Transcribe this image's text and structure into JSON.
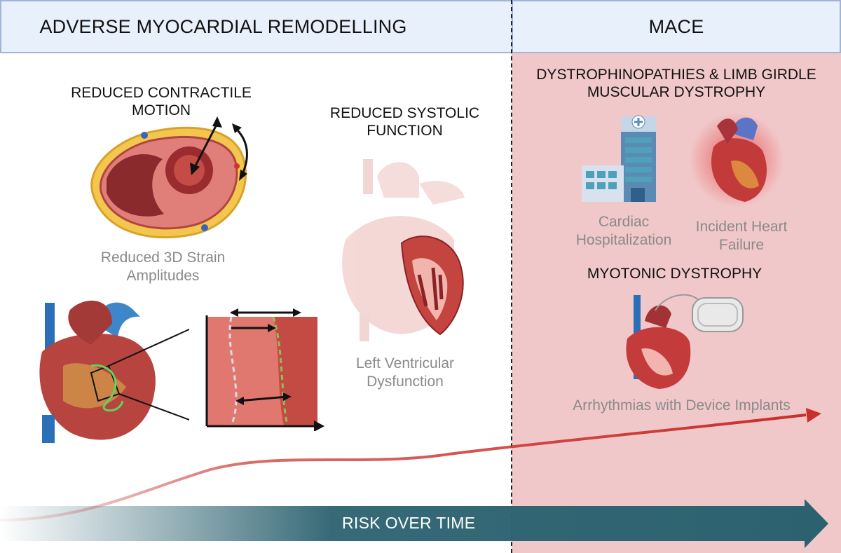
{
  "header": {
    "left_title": "ADVERSE MYOCARDIAL REMODELLING",
    "right_title": "MACE"
  },
  "remodelling": {
    "contractile_title": "REDUCED CONTRACTILE MOTION",
    "strain_caption": "Reduced 3D Strain Amplitudes",
    "systolic_title": "REDUCED SYSTOLIC FUNCTION",
    "lv_caption": "Left Ventricular Dysfunction"
  },
  "mace": {
    "dystrophinopathies_title": "DYSTROPHINOPATHIES & LIMB GIRDLE MUSCULAR DYSTROPHY",
    "hospitalization_caption": "Cardiac Hospitalization",
    "heart_failure_caption": "Incident Heart Failure",
    "myotonic_title": "MYOTONIC DYSTROPHY",
    "arrhythmia_caption": "Arrhythmias with Device Implants"
  },
  "risk": {
    "label": "RISK OVER TIME"
  },
  "colors": {
    "header_bg": "#e8f0fb",
    "header_border": "#9fb4d6",
    "mace_bg": "#f1c8c9",
    "risk_arrow": "#2c6270",
    "trend_line": "#c9302c",
    "muscle": "#c9564f"
  },
  "icons": [
    "heart-cross-section-icon",
    "heart-anatomy-icon",
    "myocardium-strain-block-icon",
    "heart-left-ventricle-icon",
    "hospital-icon",
    "failing-heart-icon",
    "pacemaker-heart-icon"
  ]
}
